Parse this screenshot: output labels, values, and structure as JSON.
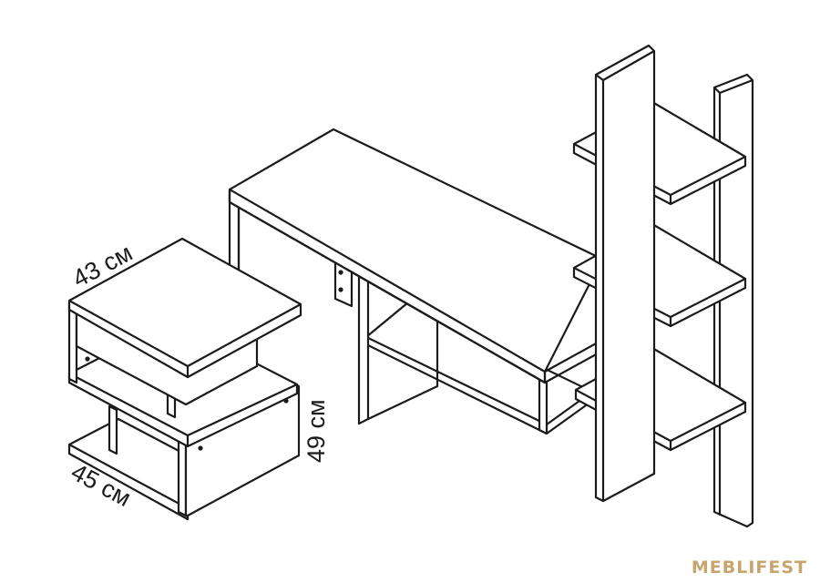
{
  "figure": {
    "dimensions": {
      "width_label": "43 см",
      "depth_label": "45 см",
      "height_label": "49 см"
    },
    "brand": {
      "name": "MEBLIFEST",
      "color": "#c9a56d"
    },
    "line_color": "#1b1b1b",
    "background": "#ffffff"
  }
}
